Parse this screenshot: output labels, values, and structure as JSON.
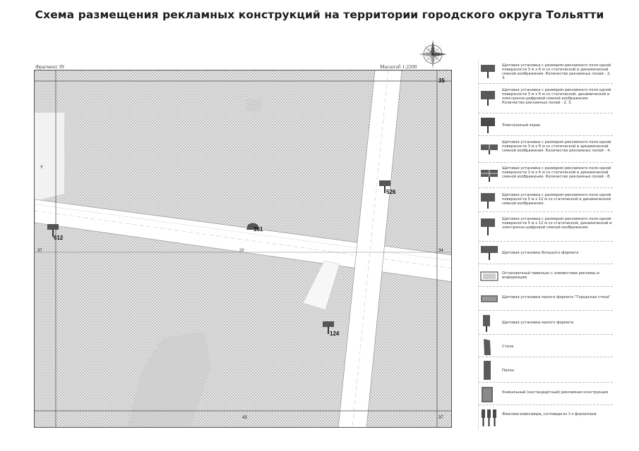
{
  "title": "Схема размещения рекламных конструкций на территории городского округа Тольятти",
  "fragment_label": "Фрагмент 39",
  "scale_label": "Масштаб 1:2200",
  "grid_labels": {
    "top_right": "35",
    "left_mid": "37",
    "right_mid": "34",
    "bottom_mid": "43",
    "bottom_right": "37",
    "left_upper": "Y"
  },
  "street_label": "39",
  "markers": [
    {
      "number": "526",
      "icon": "billboard-icon"
    },
    {
      "number": "351",
      "icon": "billboard-large-icon"
    },
    {
      "number": "612",
      "icon": "billboard-icon"
    },
    {
      "number": "124",
      "icon": "billboard-icon"
    }
  ],
  "legend": [
    {
      "icon": "billboard-3x6-static-icon",
      "text": "Щитовая установка с размером рекламного поля одной поверхности 3 м х 6 м со статической и динамической сменой изображения. Количество рекламных полей - 2, 3."
    },
    {
      "icon": "billboard-3x6-digital-icon",
      "text": "Щитовая установка с размером рекламного поля одной поверхности 3 м х 6 м со статической, динамической и электронно-цифровой сменой изображения. Количество рекламных полей - 2, 3."
    },
    {
      "icon": "electronic-screen-icon",
      "text": "Электронный экран"
    },
    {
      "icon": "billboard-3x6-four-fields-icon",
      "text": "Щитовая установка с размером рекламного поля одной поверхности 3 м х 6 м со статической и динамической сменой изображения. Количество рекламных полей - 4."
    },
    {
      "icon": "billboard-3x6-eight-fields-icon",
      "text": "Щитовая установка с размером рекламного поля одной поверхности 3 м х 6 м со статической и динамической сменой изображения. Количество рекламных полей - 8."
    },
    {
      "icon": "billboard-5x12-static-icon",
      "text": "Щитовая установка с размером рекламного поля одной поверхности 5 м х 12 м со статической и динамической сменой изображения."
    },
    {
      "icon": "billboard-5x12-digital-icon",
      "text": "Щитовая установка с размером рекламного поля одной поверхности 5 м х 12 м со статической, динамической и электронно-цифровой сменой изображения."
    },
    {
      "icon": "large-format-billboard-icon",
      "text": "Щитовая установка большого формата"
    },
    {
      "icon": "bus-stop-pavilion-icon",
      "text": "Остановочный павильон с элементами рекламы и информации"
    },
    {
      "icon": "citywall-icon",
      "text": "Щитовая установка малого формата \"Городская стена\""
    },
    {
      "icon": "small-billboard-icon",
      "text": "Щитовая установка малого формата"
    },
    {
      "icon": "stele-icon",
      "text": "Стела"
    },
    {
      "icon": "pylon-icon",
      "text": "Пилон"
    },
    {
      "icon": "unique-structure-icon",
      "text": "Уникальный (нестандартный) рекламная конструкция"
    },
    {
      "icon": "flag-composition-icon",
      "text": "Флаговая композиция, состоящая из 3-х флагштоков"
    }
  ],
  "colors": {
    "map_hatch": "#bdbdbd",
    "road_fill": "#ffffff",
    "marker_fill": "#555555",
    "legend_icon": "#5a5a5a"
  }
}
